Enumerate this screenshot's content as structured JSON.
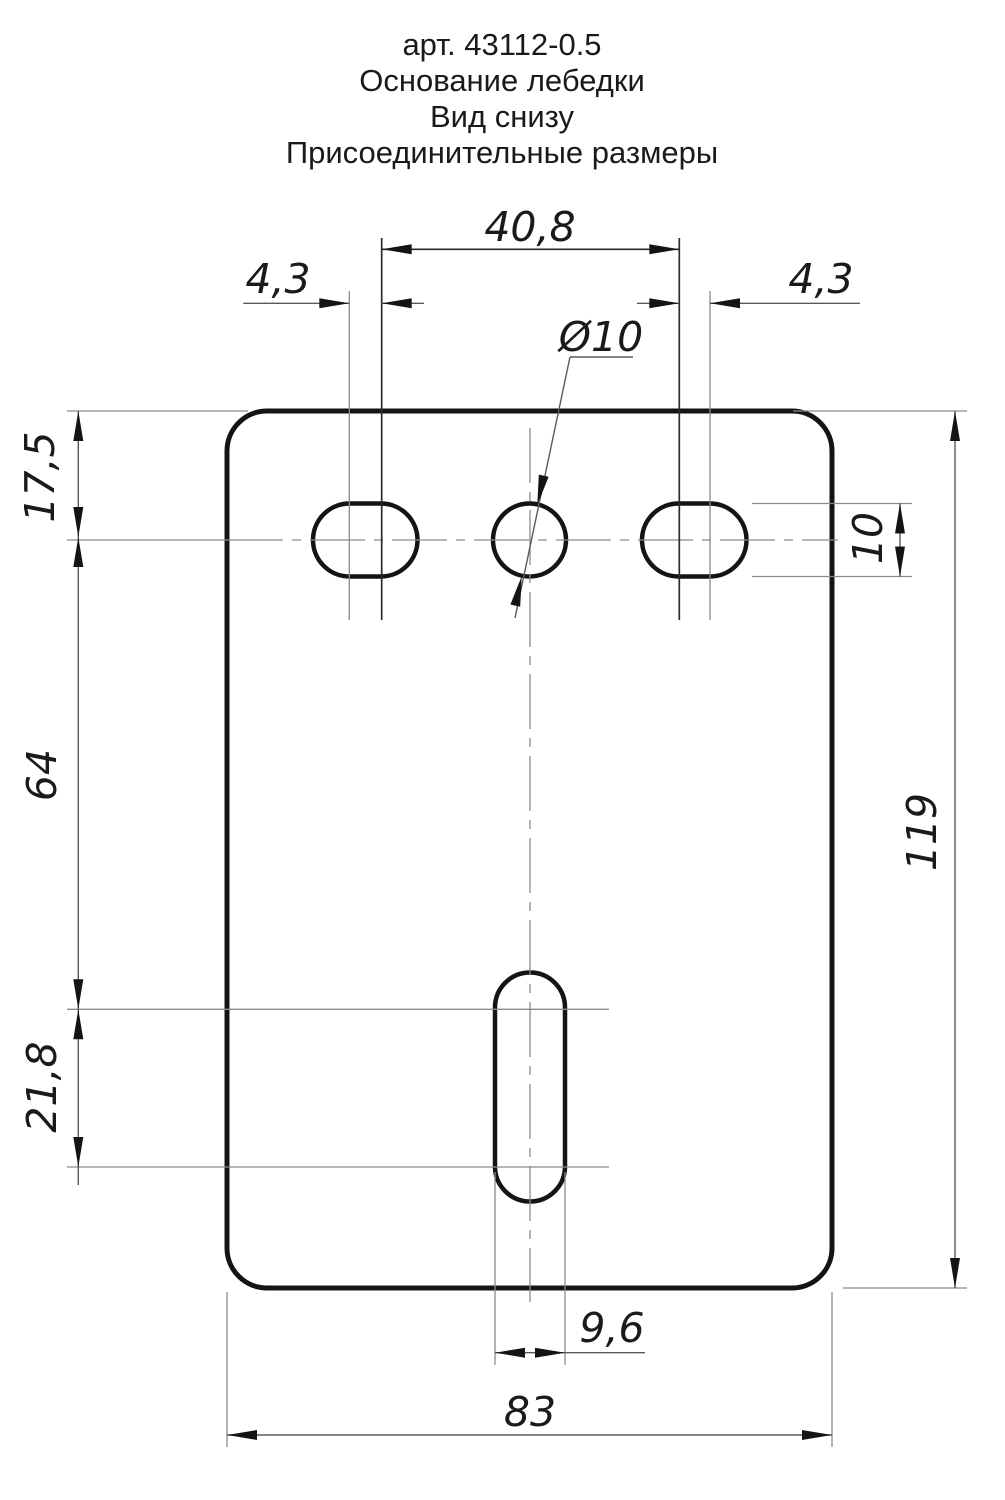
{
  "title": {
    "line1": "арт. 43112-0.5",
    "line2": "Основание лебедки",
    "line3": "Вид снизу",
    "line4": "Присоединительные размеры"
  },
  "dims": {
    "top_span": "40,8",
    "left_slot_offset": "4,3",
    "right_slot_offset": "4,3",
    "hole_diameter": "Ø10",
    "top_edge_to_holes": "17,5",
    "holes_to_bottom_slot": "64",
    "bottom_slot_arc_span": "21,8",
    "slot_height": "10",
    "plate_height": "119",
    "bottom_slot_width": "9,6",
    "plate_width": "83"
  },
  "colors": {
    "background": "#ffffff",
    "outline": "#141414",
    "thin_lines": "#8a8a8a",
    "dimension_lines": "#5a5a5a",
    "text": "#1a1a1a"
  }
}
